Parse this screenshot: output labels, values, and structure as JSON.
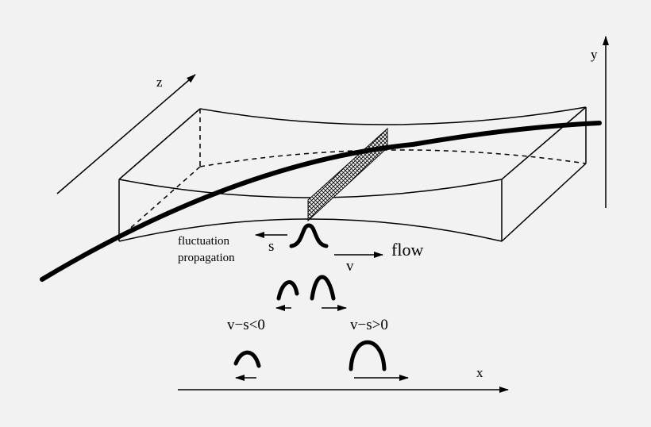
{
  "labels": {
    "axis_x": "x",
    "axis_y": "y",
    "axis_z": "z",
    "s": "s",
    "v": "v",
    "flow": "flow",
    "fluctuation": "fluctuation",
    "propagation": "propagation",
    "neg": "v−s<0",
    "pos": "v−s>0"
  },
  "colors": {
    "background": "#f2f2f2",
    "ink": "#000000"
  }
}
